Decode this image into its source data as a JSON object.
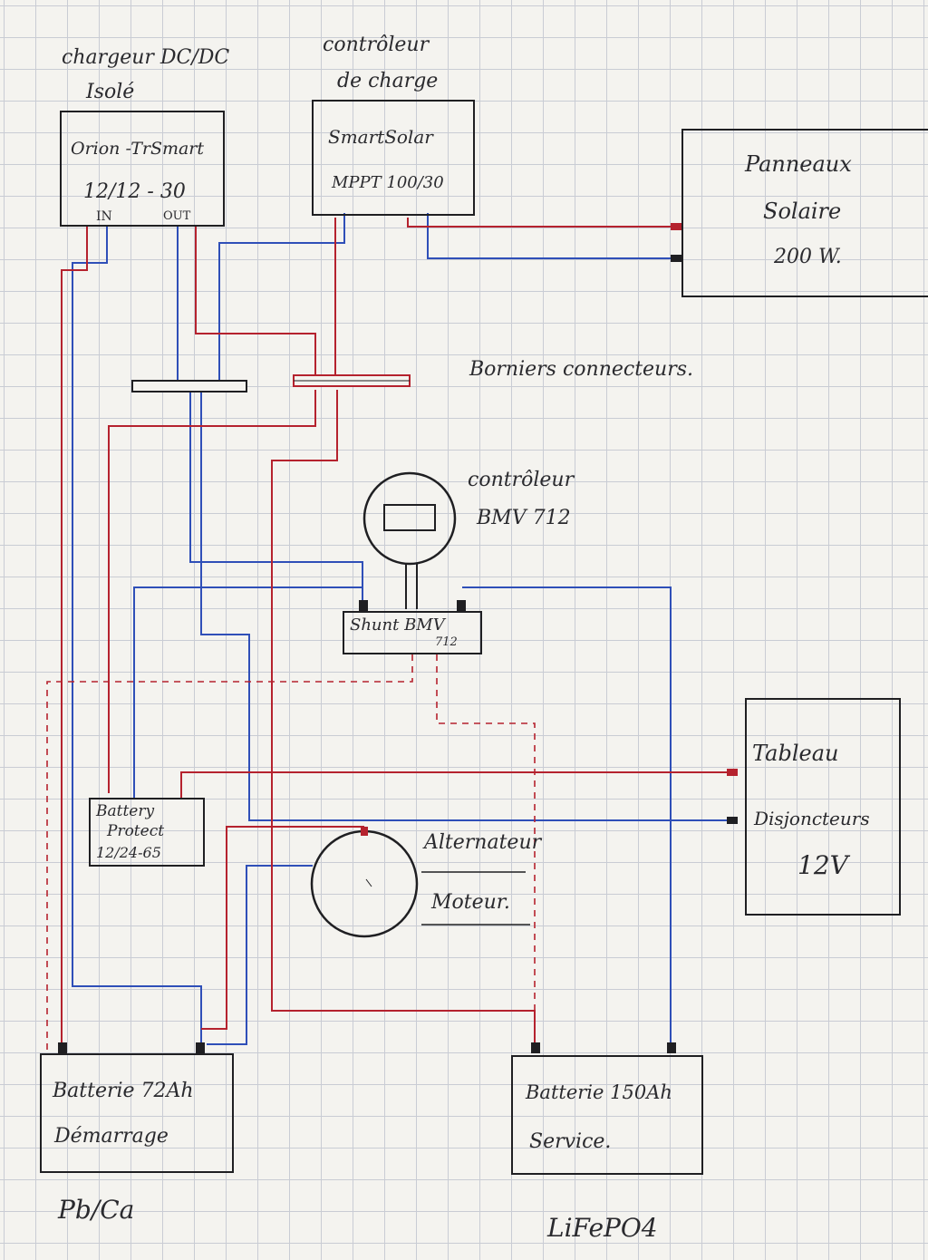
{
  "colors": {
    "positive_wire": "#b5222e",
    "negative_wire": "#2f4fb8",
    "pen": "#1f1f22",
    "paper": "#f4f3ef",
    "grid": "#c9ccd4"
  },
  "dcdc": {
    "header_line1": "chargeur DC/DC",
    "header_line2": "Isolé",
    "model": "Orion -TrSmart",
    "rating": "12/12 - 30",
    "in_label": "IN",
    "out_label": "OUT"
  },
  "mppt": {
    "header_line1": "contrôleur",
    "header_line2": "de charge",
    "model": "SmartSolar",
    "rating": "MPPT 100/30"
  },
  "solar_panel": {
    "line1": "Panneaux",
    "line2": "Solaire",
    "line3": "200 W."
  },
  "busbars_label": "Borniers connecteurs.",
  "bmv": {
    "line1": "contrôleur",
    "line2": "BMV 712"
  },
  "shunt": {
    "line1": "Shunt BMV",
    "line2": "712"
  },
  "battery_protect": {
    "line1": "Battery",
    "line2": "Protect",
    "line3": "12/24-65"
  },
  "breaker_panel": {
    "line1": "Tableau",
    "line2": "Disjoncteurs",
    "line3": "12V"
  },
  "alternator": {
    "line1": "Alternateur",
    "line2": "Moteur."
  },
  "starter_battery": {
    "line1": "Batterie 72Ah",
    "line2": "Démarrage",
    "chemistry": "Pb/Ca"
  },
  "service_battery": {
    "line1": "Batterie 150Ah",
    "line2": "Service.",
    "chemistry": "LiFePO4"
  }
}
